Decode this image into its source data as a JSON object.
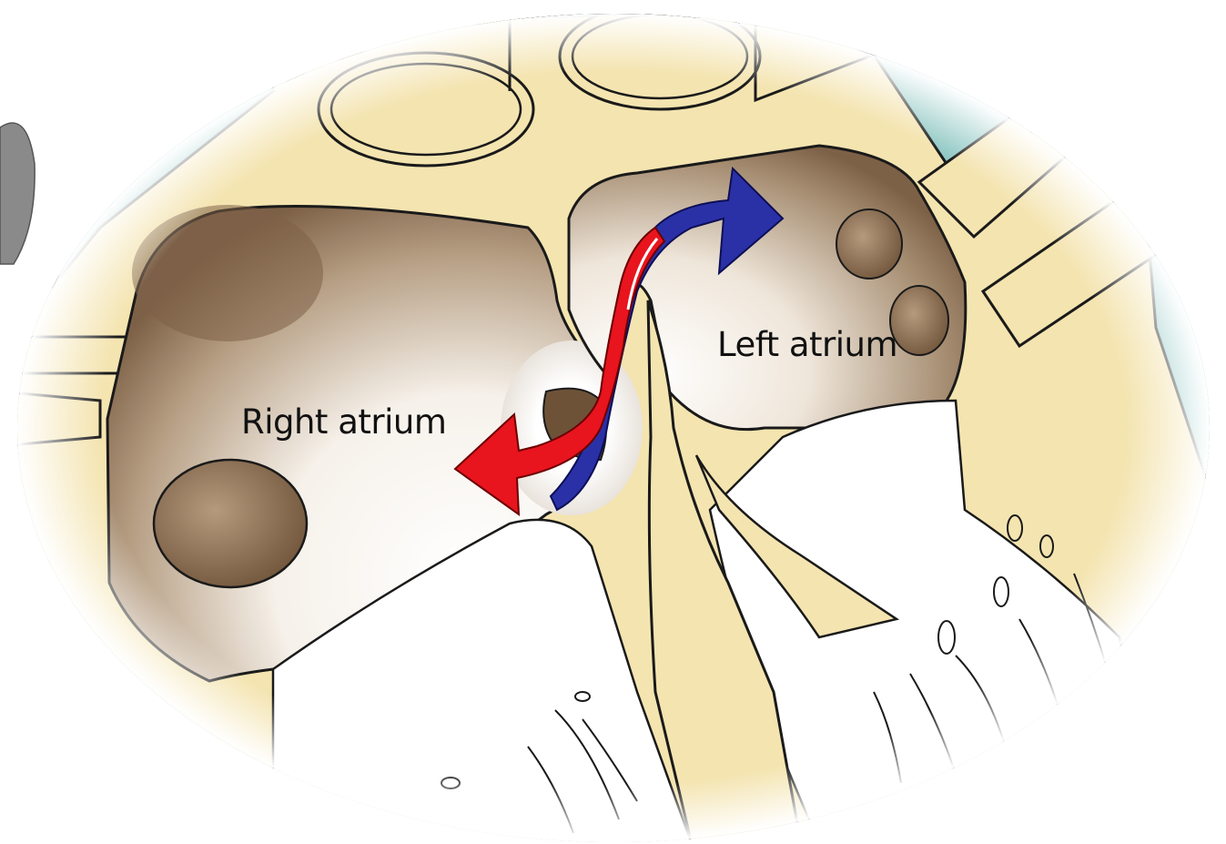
{
  "labels": {
    "right_atrium": "Right atrium",
    "left_atrium": "Left atrium"
  },
  "colors": {
    "background": "#ffffff",
    "outer_fluid": "#8fc8c4",
    "tissue": "#f4e4b0",
    "chamber_dark": "#7d6147",
    "chamber_light": "#ffffff",
    "red_arrow": "#e8141e",
    "blue_arrow": "#2a31a6",
    "outline": "#1a1a1a"
  },
  "arrows": [
    {
      "name": "red-flow-arrow",
      "direction": "from left atrium to right atrium"
    },
    {
      "name": "blue-flow-arrow",
      "direction": "from right atrium to left atrium"
    }
  ]
}
